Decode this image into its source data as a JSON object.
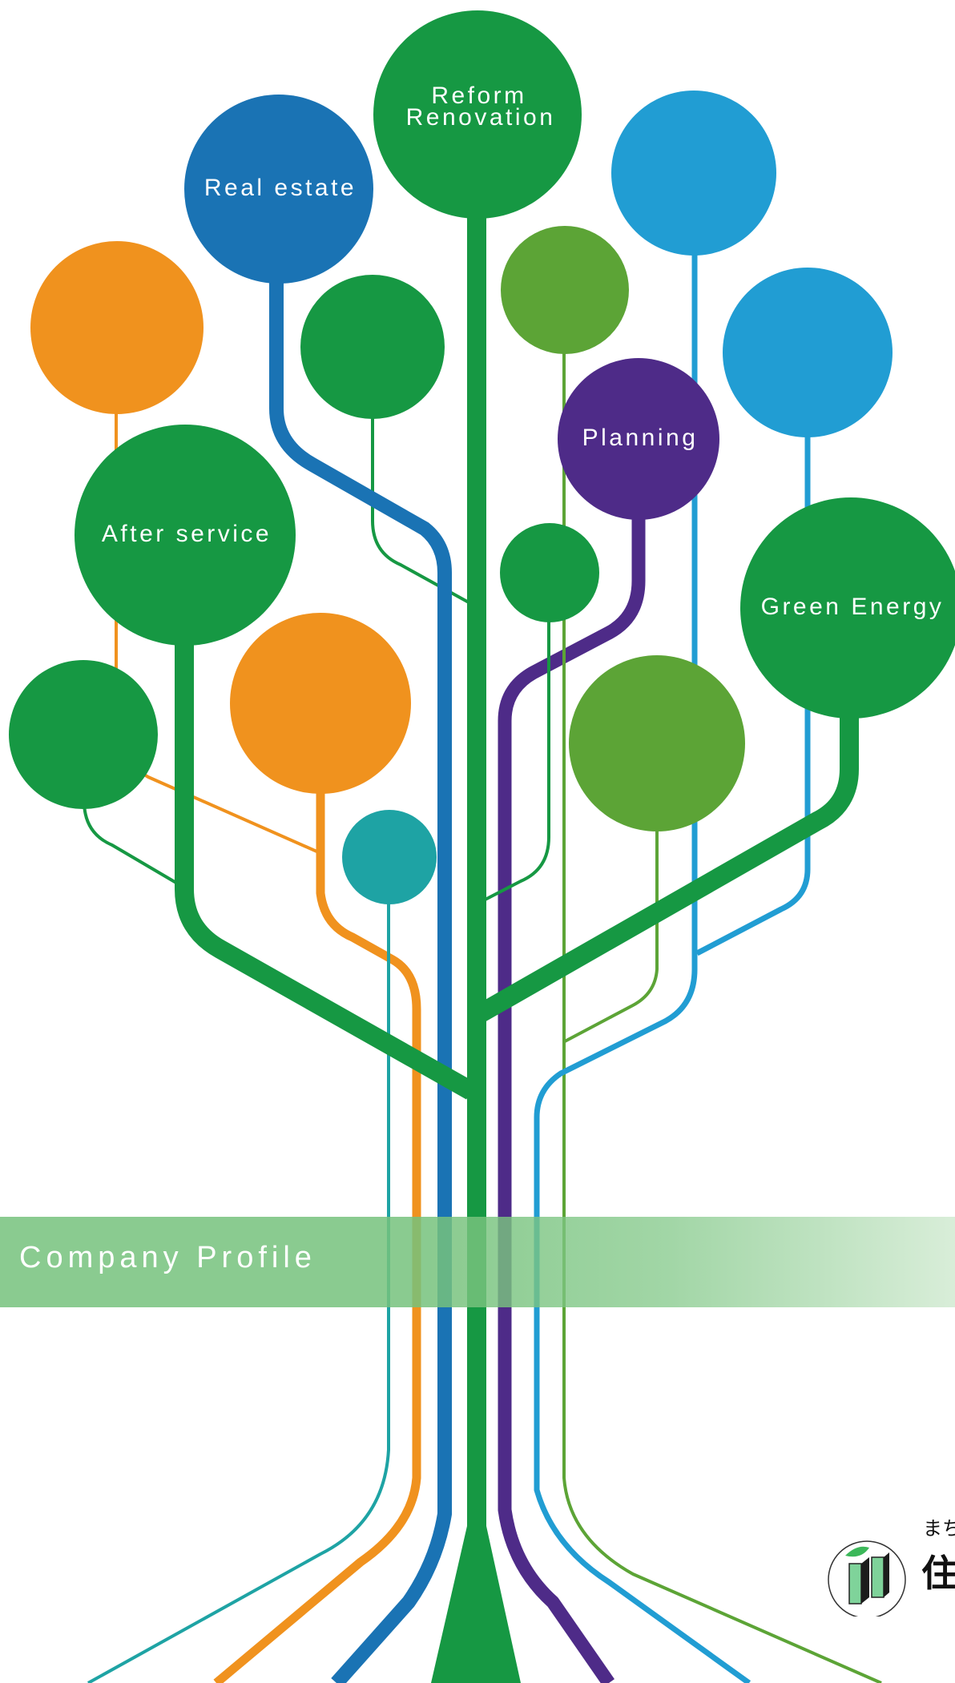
{
  "colors": {
    "green": "#169843",
    "dark_blue": "#1a73b4",
    "light_blue": "#219dd3",
    "orange": "#f0921e",
    "lime": "#5ca436",
    "purple": "#4e2b88",
    "teal": "#1ea3a4"
  },
  "bubbles": {
    "reform": {
      "line1": "Reform",
      "line2": "Renovation"
    },
    "real_estate": "Real estate",
    "planning": "Planning",
    "after_service": "After service",
    "green_energy": "Green Energy"
  },
  "banner": {
    "title": "Company Profile"
  },
  "logo": {
    "tagline": "まち",
    "name": "住"
  }
}
